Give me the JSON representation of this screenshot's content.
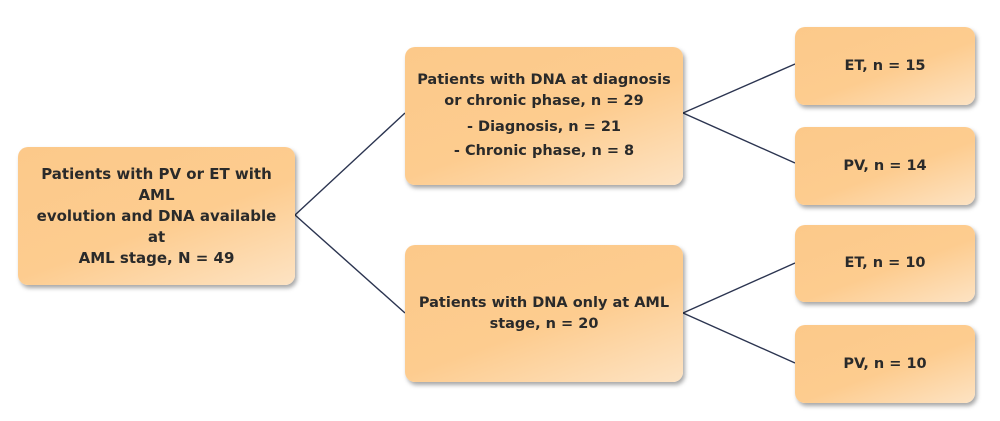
{
  "diagram": {
    "type": "flowchart-tree",
    "colors": {
      "box_fill": "#fdcb8c",
      "connector": "#2b3450",
      "text": "#2a2a2a"
    },
    "root": {
      "lines": [
        "Patients with PV or ET with AML",
        "evolution and DNA available at",
        "AML stage, N = 49"
      ]
    },
    "branches": [
      {
        "title_lines": [
          "Patients with DNA at diagnosis",
          "or chronic phase, n = 29"
        ],
        "details": [
          "- Diagnosis, n = 21",
          "- Chronic phase, n = 8"
        ],
        "children": [
          {
            "label": "ET, n = 15"
          },
          {
            "label": "PV, n = 14"
          }
        ]
      },
      {
        "title_lines": [
          "Patients with DNA only at AML",
          "stage, n = 20"
        ],
        "details": [],
        "children": [
          {
            "label": "ET, n = 10"
          },
          {
            "label": "PV, n = 10"
          }
        ]
      }
    ]
  }
}
